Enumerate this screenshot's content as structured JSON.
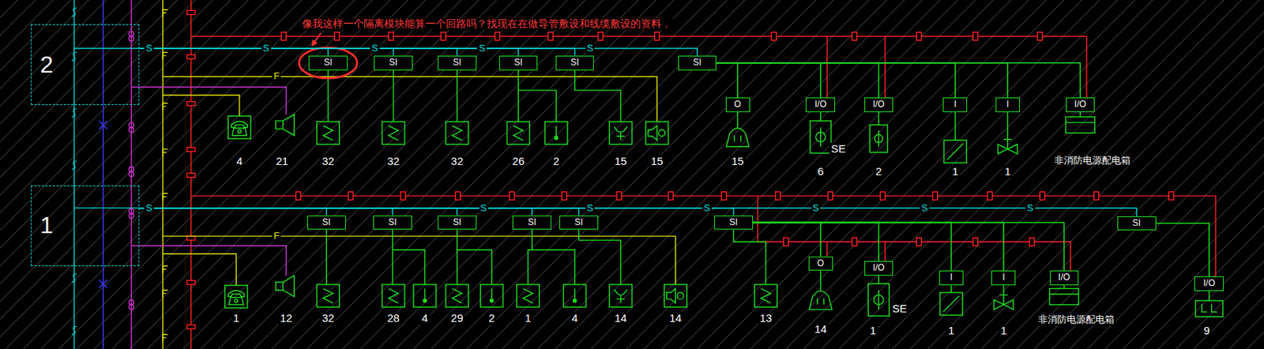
{
  "diagram": {
    "nodes": [
      {
        "text": [
          "2"
        ]
      },
      {
        "text": [
          "SI"
        ]
      },
      {
        "text": [
          "SI"
        ]
      },
      {
        "text": [
          "SI"
        ]
      },
      {
        "text": [
          "SI"
        ]
      },
      {
        "text": [
          "SI"
        ]
      },
      {
        "text": [
          "SI"
        ]
      },
      {
        "text": [
          "O"
        ]
      },
      {
        "text": [
          "I/O"
        ]
      },
      {
        "text": [
          "I/O"
        ]
      },
      {
        "text": [
          "I"
        ]
      },
      {
        "text": [
          "I"
        ]
      },
      {
        "text": [
          "I/O"
        ]
      },
      {
        "text": [
          "1"
        ]
      },
      {
        "text": [
          "SI"
        ]
      },
      {
        "text": [
          "SI"
        ]
      },
      {
        "text": [
          "SI"
        ]
      },
      {
        "text": [
          "SI"
        ]
      },
      {
        "text": [
          "SI"
        ]
      },
      {
        "text": [
          "SI"
        ]
      },
      {
        "text": [
          "SI"
        ]
      },
      {
        "text": [
          "O"
        ]
      },
      {
        "text": [
          "I/O"
        ]
      },
      {
        "text": [
          "I"
        ]
      },
      {
        "text": [
          "I"
        ]
      },
      {
        "text": [
          "I/O"
        ]
      },
      {
        "text": [
          "I/O"
        ]
      }
    ],
    "edges": [
      {
        "from": 0,
        "to": 1,
        "arrow": "none"
      },
      {
        "from": 0,
        "to": 2,
        "arrow": "none"
      },
      {
        "from": 0,
        "to": 3,
        "arrow": "none"
      },
      {
        "from": 0,
        "to": 4,
        "arrow": "none"
      },
      {
        "from": 0,
        "to": 5,
        "arrow": "none"
      },
      {
        "from": 0,
        "to": 6,
        "arrow": "none"
      },
      {
        "from": 6,
        "to": 7,
        "arrow": "none"
      },
      {
        "from": 6,
        "to": 8,
        "arrow": "none"
      },
      {
        "from": 6,
        "to": 9,
        "arrow": "none"
      },
      {
        "from": 6,
        "to": 10,
        "arrow": "none"
      },
      {
        "from": 6,
        "to": 11,
        "arrow": "none"
      },
      {
        "from": 6,
        "to": 12,
        "arrow": "none"
      },
      {
        "from": 13,
        "to": 14,
        "arrow": "none"
      },
      {
        "from": 13,
        "to": 15,
        "arrow": "none"
      },
      {
        "from": 13,
        "to": 16,
        "arrow": "none"
      },
      {
        "from": 13,
        "to": 17,
        "arrow": "none"
      },
      {
        "from": 13,
        "to": 18,
        "arrow": "none"
      },
      {
        "from": 13,
        "to": 19,
        "arrow": "none"
      },
      {
        "from": 13,
        "to": 20,
        "arrow": "none"
      },
      {
        "from": 19,
        "to": 21,
        "arrow": "none"
      },
      {
        "from": 19,
        "to": 22,
        "arrow": "none"
      },
      {
        "from": 19,
        "to": 23,
        "arrow": "none"
      },
      {
        "from": 19,
        "to": 24,
        "arrow": "none"
      },
      {
        "from": 19,
        "to": 25,
        "arrow": "none"
      },
      {
        "from": 20,
        "to": 26,
        "arrow": "none"
      }
    ],
    "labels": [
      "像我这样一个隔离模块能算一个回路吗？找现在在做导管敷设和线缆敷设的资料，",
      "S",
      "S",
      "S",
      "S",
      "S",
      "F",
      "4",
      "21",
      "32",
      "32",
      "32",
      "26",
      "2",
      "15",
      "15",
      "15",
      "SE",
      "6",
      "2",
      "1",
      "1",
      "非消防电源配电箱",
      "S",
      "S",
      "S",
      "S",
      "S",
      "S",
      "S",
      "F",
      "1",
      "12",
      "32",
      "28",
      "4",
      "29",
      "2",
      "1",
      "4",
      "14",
      "14",
      "13",
      "14",
      "SE",
      "1",
      "1",
      "1",
      "非消防电源配电箱",
      "9"
    ]
  }
}
